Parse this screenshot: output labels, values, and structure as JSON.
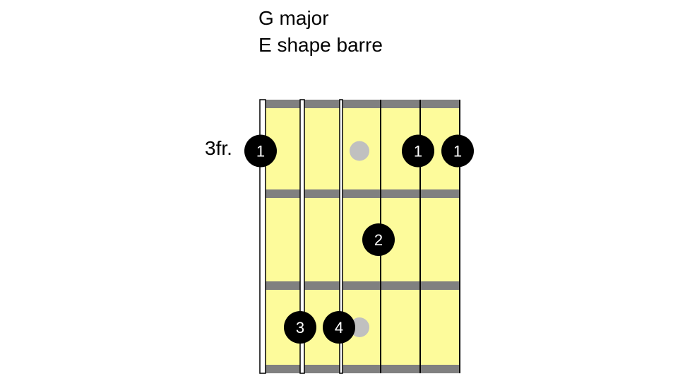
{
  "title": {
    "chord": "G major",
    "shape": "E shape barre"
  },
  "start_fret_label": "3fr.",
  "colors": {
    "fretboard": "#fdfb9b",
    "fret": "#808080",
    "finger": "#000000",
    "muted_marker": "#c0c0c0"
  },
  "diagram": {
    "strings": 6,
    "frets_shown": 3,
    "heavy_strings": [
      1,
      2,
      3
    ],
    "fingers": [
      {
        "string": 1,
        "fret": 1,
        "label": "1"
      },
      {
        "string": 5,
        "fret": 1,
        "label": "1"
      },
      {
        "string": 6,
        "fret": 1,
        "label": "1"
      },
      {
        "string": 4,
        "fret": 2,
        "label": "2"
      },
      {
        "string": 2,
        "fret": 3,
        "label": "3"
      },
      {
        "string": 3,
        "fret": 3,
        "label": "4"
      }
    ],
    "markers": [
      {
        "string": 3.5,
        "fret": 1
      },
      {
        "string": 3.5,
        "fret": 3
      }
    ]
  }
}
